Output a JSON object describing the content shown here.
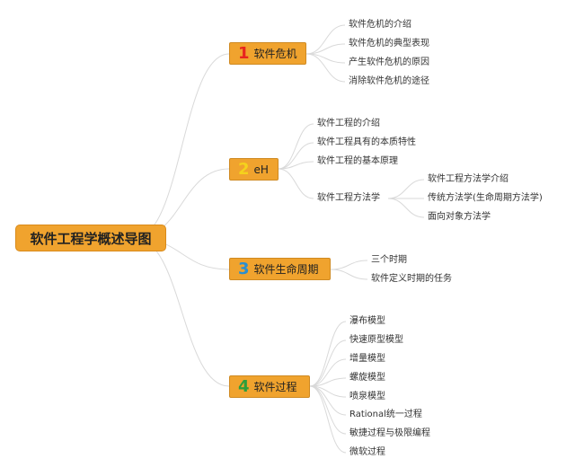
{
  "root": {
    "label": "软件工程学概述导图"
  },
  "colors": {
    "root_fill": "#f0a32e",
    "node_fill": "#f0a32e",
    "link": "#d9d9d9",
    "num_1": "#e8251f",
    "num_2": "#f5d21c",
    "num_3": "#2b8fd0",
    "num_4": "#2d9e3b"
  },
  "topics": [
    {
      "number": "1",
      "label": "软件危机",
      "children": [
        {
          "label": "软件危机的介绍"
        },
        {
          "label": "软件危机的典型表现"
        },
        {
          "label": "产生软件危机的原因"
        },
        {
          "label": "消除软件危机的途径"
        }
      ]
    },
    {
      "number": "2",
      "label": "eH",
      "children": [
        {
          "label": "软件工程的介绍"
        },
        {
          "label": "软件工程具有的本质特性"
        },
        {
          "label": "软件工程的基本原理"
        },
        {
          "label": "软件工程方法学",
          "children": [
            {
              "label": "软件工程方法学介绍"
            },
            {
              "label": "传统方法学(生命周期方法学)"
            },
            {
              "label": "面向对象方法学"
            }
          ]
        }
      ]
    },
    {
      "number": "3",
      "label": "软件生命周期",
      "children": [
        {
          "label": "三个时期"
        },
        {
          "label": "软件定义时期的任务"
        }
      ]
    },
    {
      "number": "4",
      "label": "软件过程",
      "children": [
        {
          "label": "瀑布模型"
        },
        {
          "label": "快速原型模型"
        },
        {
          "label": "增量模型"
        },
        {
          "label": "螺旋模型"
        },
        {
          "label": "喷泉模型"
        },
        {
          "label": "Rational统一过程"
        },
        {
          "label": "敏捷过程与极限编程"
        },
        {
          "label": "微软过程"
        }
      ]
    }
  ]
}
